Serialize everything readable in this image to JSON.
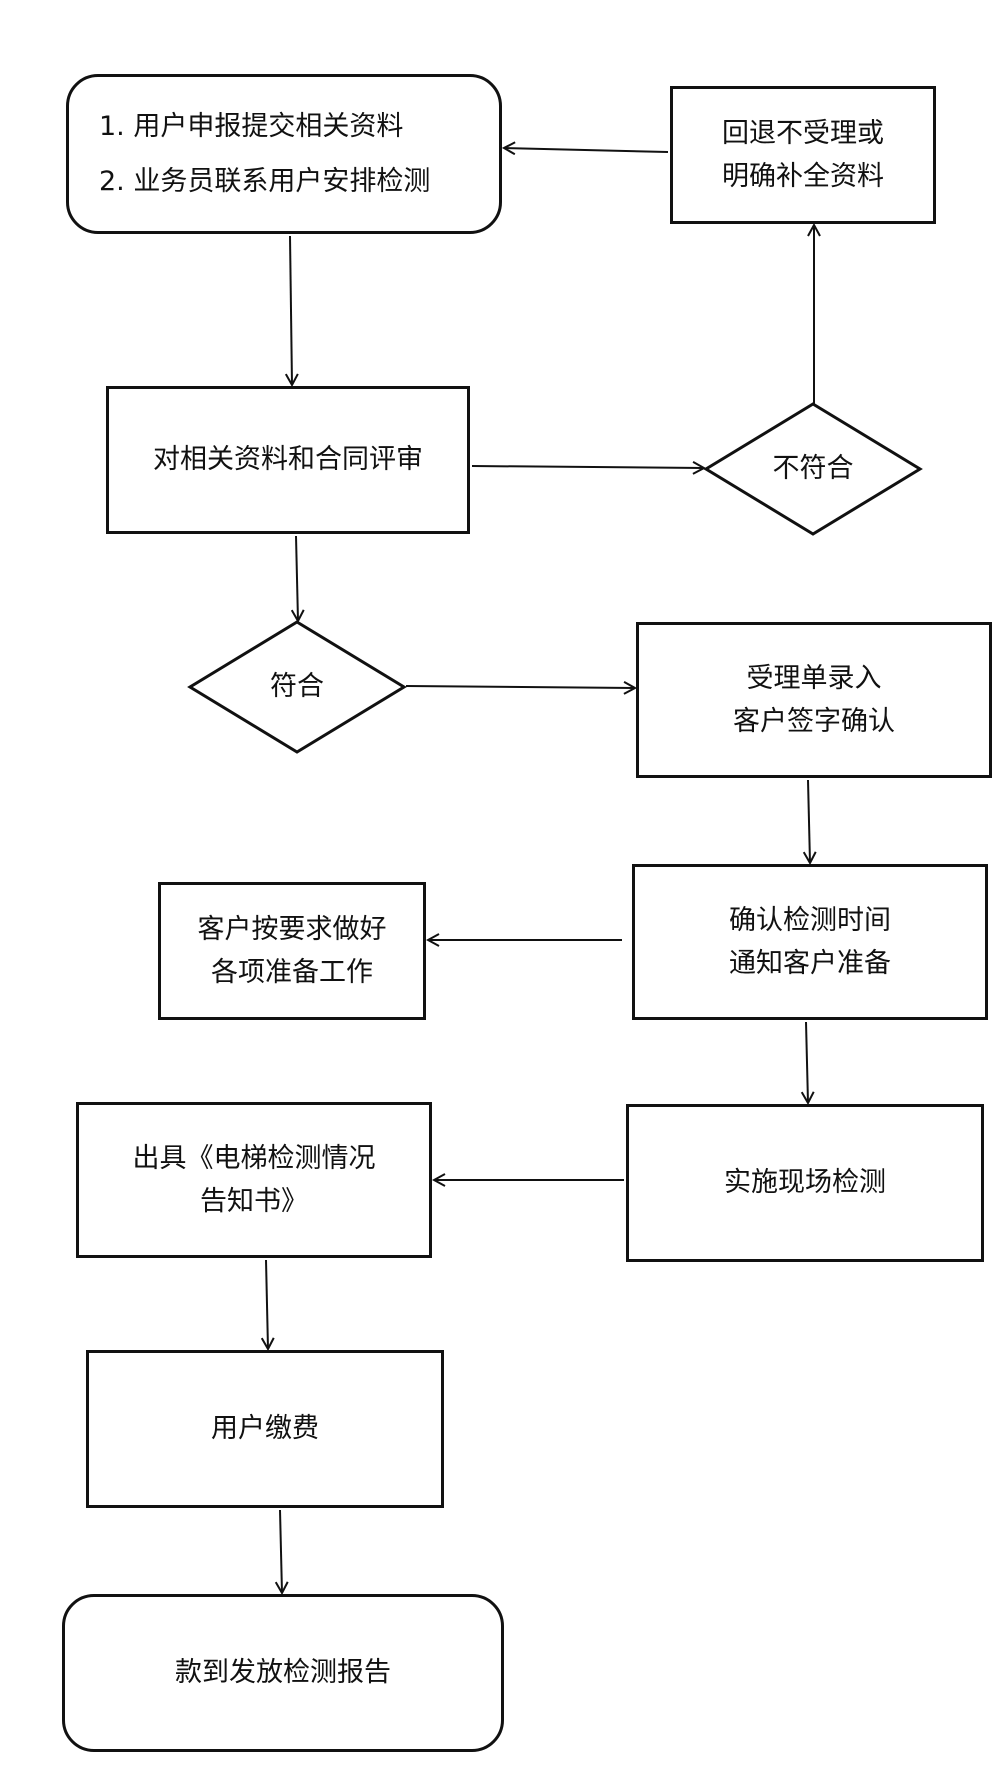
{
  "nodes": [
    {
      "id": "submit",
      "shape": "rounded",
      "lines": [
        "1.  用户申报提交相关资料",
        "2. 业务员联系用户安排检测"
      ]
    },
    {
      "id": "reject",
      "shape": "rect",
      "lines": [
        "回退不受理或",
        "明确补全资料"
      ]
    },
    {
      "id": "review",
      "shape": "rect",
      "lines": [
        "对相关资料和合同评审"
      ]
    },
    {
      "id": "nonconform",
      "shape": "diamond",
      "lines": [
        "不符合"
      ]
    },
    {
      "id": "conform",
      "shape": "diamond",
      "lines": [
        "符合"
      ]
    },
    {
      "id": "accept",
      "shape": "rect",
      "lines": [
        "受理单录入",
        "客户签字确认"
      ]
    },
    {
      "id": "confirm-time",
      "shape": "rect",
      "lines": [
        "确认检测时间",
        "通知客户准备"
      ]
    },
    {
      "id": "prepare",
      "shape": "rect",
      "lines": [
        "客户按要求做好",
        "各项准备工作"
      ]
    },
    {
      "id": "inspect",
      "shape": "rect",
      "lines": [
        "实施现场检测"
      ]
    },
    {
      "id": "notice",
      "shape": "rect",
      "lines": [
        "出具《电梯检测情况",
        "告知书》"
      ]
    },
    {
      "id": "payment",
      "shape": "rect",
      "lines": [
        "用户缴费"
      ]
    },
    {
      "id": "report",
      "shape": "rounded",
      "lines": [
        "款到发放检测报告"
      ]
    }
  ],
  "edges": [
    {
      "from": "submit",
      "to": "review"
    },
    {
      "from": "review",
      "to": "nonconform"
    },
    {
      "from": "nonconform",
      "to": "reject"
    },
    {
      "from": "reject",
      "to": "submit"
    },
    {
      "from": "review",
      "to": "conform"
    },
    {
      "from": "conform",
      "to": "accept"
    },
    {
      "from": "accept",
      "to": "confirm-time"
    },
    {
      "from": "confirm-time",
      "to": "prepare"
    },
    {
      "from": "confirm-time",
      "to": "inspect"
    },
    {
      "from": "inspect",
      "to": "notice"
    },
    {
      "from": "notice",
      "to": "payment"
    },
    {
      "from": "payment",
      "to": "report"
    }
  ]
}
